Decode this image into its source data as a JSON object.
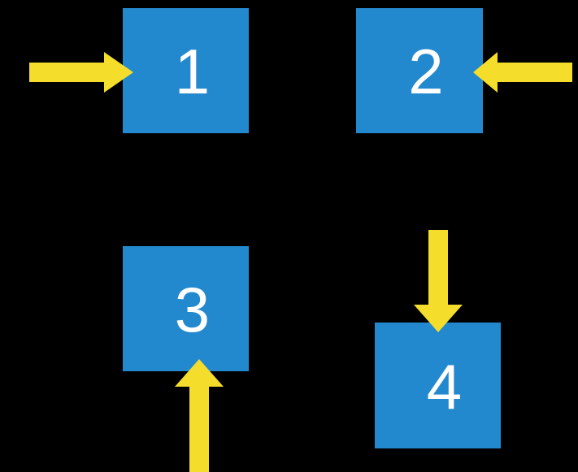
{
  "diagram": {
    "title": "four-node block diagram with directional arrows",
    "background_color": "#000000",
    "node_fill_color": "#2389ce",
    "node_label_color": "#ffffff",
    "arrow_color": "#f5dd2c",
    "nodes": [
      {
        "id": "node-1",
        "label": "1"
      },
      {
        "id": "node-2",
        "label": "2"
      },
      {
        "id": "node-3",
        "label": "3"
      },
      {
        "id": "node-4",
        "label": "4"
      }
    ],
    "arrows": [
      {
        "id": "arrow-into-1",
        "direction": "right",
        "target": "1"
      },
      {
        "id": "arrow-into-2",
        "direction": "left",
        "target": "2"
      },
      {
        "id": "arrow-into-4",
        "direction": "down",
        "target": "4"
      },
      {
        "id": "arrow-into-3",
        "direction": "up",
        "target": "3"
      }
    ]
  }
}
